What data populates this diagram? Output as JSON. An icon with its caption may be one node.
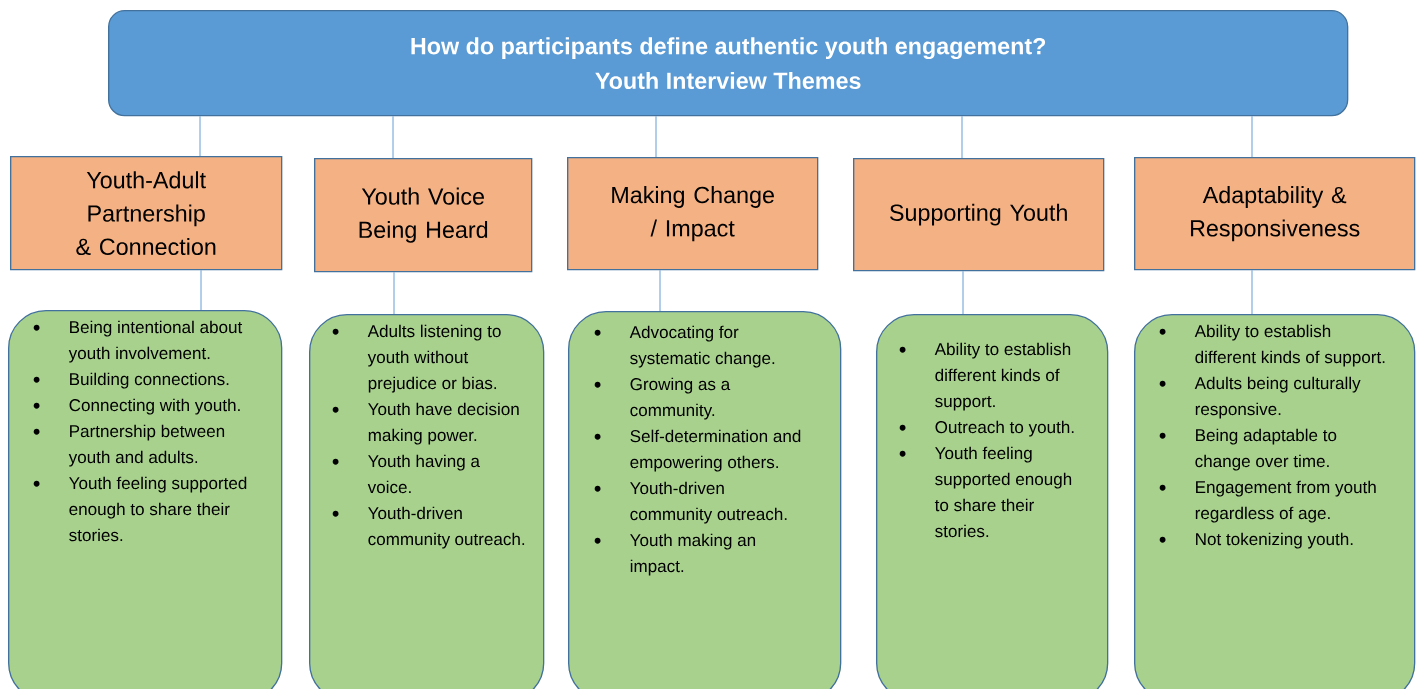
{
  "diagram": {
    "nodes": [
      {
        "text": [
          "How do participants define authentic youth engagement?",
          "Youth Interview Themes"
        ]
      },
      {
        "text": [
          "Youth-Adult Partnership & Connection"
        ]
      },
      {
        "text": [
          "Youth Voice Being Heard"
        ]
      },
      {
        "text": [
          "Making Change / Impact"
        ]
      },
      {
        "text": [
          "Supporting Youth"
        ]
      },
      {
        "text": [
          "Adaptability & Responsiveness"
        ]
      },
      {
        "text": [
          "Being intentional about youth involvement.",
          "Building connections.",
          "Connecting with youth.",
          "Partnership between youth and adults.",
          "Youth feeling supported enough to share their stories."
        ]
      },
      {
        "text": [
          "Adults listening to youth without prejudice or bias.",
          "Youth have decision making power.",
          "Youth having a voice.",
          "Youth-driven community outreach."
        ]
      },
      {
        "text": [
          "Advocating for systematic change.",
          "Growing as a community.",
          "Self-determination and empowering others.",
          "Youth-driven community outreach.",
          "Youth making an impact."
        ]
      },
      {
        "text": [
          "Ability to establish different kinds of support.",
          "Outreach to youth.",
          "Youth feeling supported enough to share their stories."
        ]
      },
      {
        "text": [
          "Ability to establish different kinds of support.",
          "Adults being culturally responsive.",
          "Being adaptable to change over time.",
          "Engagement from youth regardless of age.",
          "Not tokenizing youth."
        ]
      }
    ],
    "edges": [
      {
        "from": 0,
        "to": 1,
        "arrow": "none"
      },
      {
        "from": 0,
        "to": 2,
        "arrow": "none"
      },
      {
        "from": 0,
        "to": 3,
        "arrow": "none"
      },
      {
        "from": 0,
        "to": 4,
        "arrow": "none"
      },
      {
        "from": 0,
        "to": 5,
        "arrow": "none"
      },
      {
        "from": 1,
        "to": 6,
        "arrow": "none"
      },
      {
        "from": 2,
        "to": 7,
        "arrow": "none"
      },
      {
        "from": 3,
        "to": 8,
        "arrow": "none"
      },
      {
        "from": 4,
        "to": 9,
        "arrow": "none"
      },
      {
        "from": 5,
        "to": 10,
        "arrow": "none"
      }
    ]
  }
}
